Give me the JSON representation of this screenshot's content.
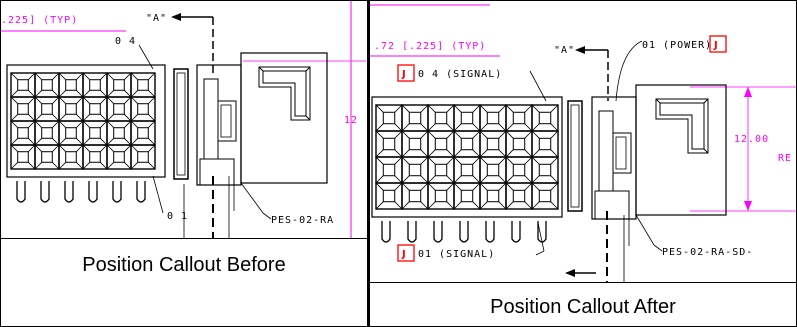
{
  "left": {
    "caption": "Position Callout Before",
    "dim_typ": ".225] (TYP)",
    "view_ref": "\"A\"",
    "callout_04": "0 4",
    "callout_01": "0 1",
    "dim_side": "12",
    "part_label": "PES-02-RA"
  },
  "right": {
    "caption": "Position Callout After",
    "dim_typ": ".72 [.225] (TYP)",
    "view_ref": "\"A\"",
    "callout_power": "01 (POWER)",
    "callout_signal_04": "0 4 (SIGNAL)",
    "callout_signal_01": "01 (SIGNAL)",
    "badge": "J",
    "dim_value": "12.00",
    "dim_suffix": "RE",
    "part_label": "PES-02-RA-SD-"
  },
  "colors": {
    "line": "#000000",
    "dimension": "#ff00ff",
    "badge": "#ff0000"
  }
}
